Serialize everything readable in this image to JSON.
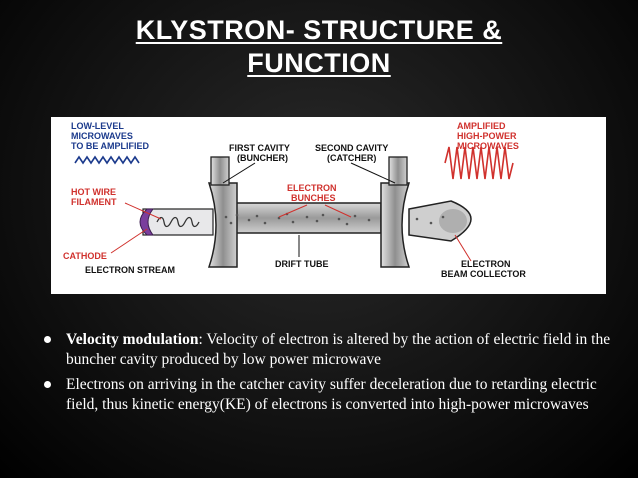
{
  "slide": {
    "title_line1": "KLYSTRON- STRUCTURE &",
    "title_line2": "FUNCTION"
  },
  "diagram": {
    "labels": {
      "input_line1": "LOW-LEVEL",
      "input_line2": "MICROWAVES",
      "input_line3": "TO BE AMPLIFIED",
      "output_line1": "AMPLIFIED",
      "output_line2": "HIGH-POWER",
      "output_line3": "MICROWAVES",
      "first_cavity_line1": "FIRST CAVITY",
      "first_cavity_line2": "(BUNCHER)",
      "second_cavity_line1": "SECOND CAVITY",
      "second_cavity_line2": "(CATCHER)",
      "bunches_line1": "ELECTRON",
      "bunches_line2": "BUNCHES",
      "filament_line1": "HOT WIRE",
      "filament_line2": "FILAMENT",
      "cathode": "CATHODE",
      "stream": "ELECTRON STREAM",
      "drift_tube": "DRIFT TUBE",
      "collector_line1": "ELECTRON",
      "collector_line2": "BEAM COLLECTOR"
    },
    "colors": {
      "red": "#d0312d",
      "blue": "#1b3a8c",
      "body": "#b8b8b8",
      "cathode": "#7a3e9d"
    }
  },
  "bullets": [
    {
      "bold": "Velocity modulation",
      "text": ": Velocity of electron is altered by the action of electric field in the buncher cavity produced by low power microwave"
    },
    {
      "bold": "",
      "text": "Electrons on  arriving in the catcher cavity suffer deceleration due to retarding electric field, thus kinetic energy(KE) of electrons is converted into high-power microwaves"
    }
  ]
}
